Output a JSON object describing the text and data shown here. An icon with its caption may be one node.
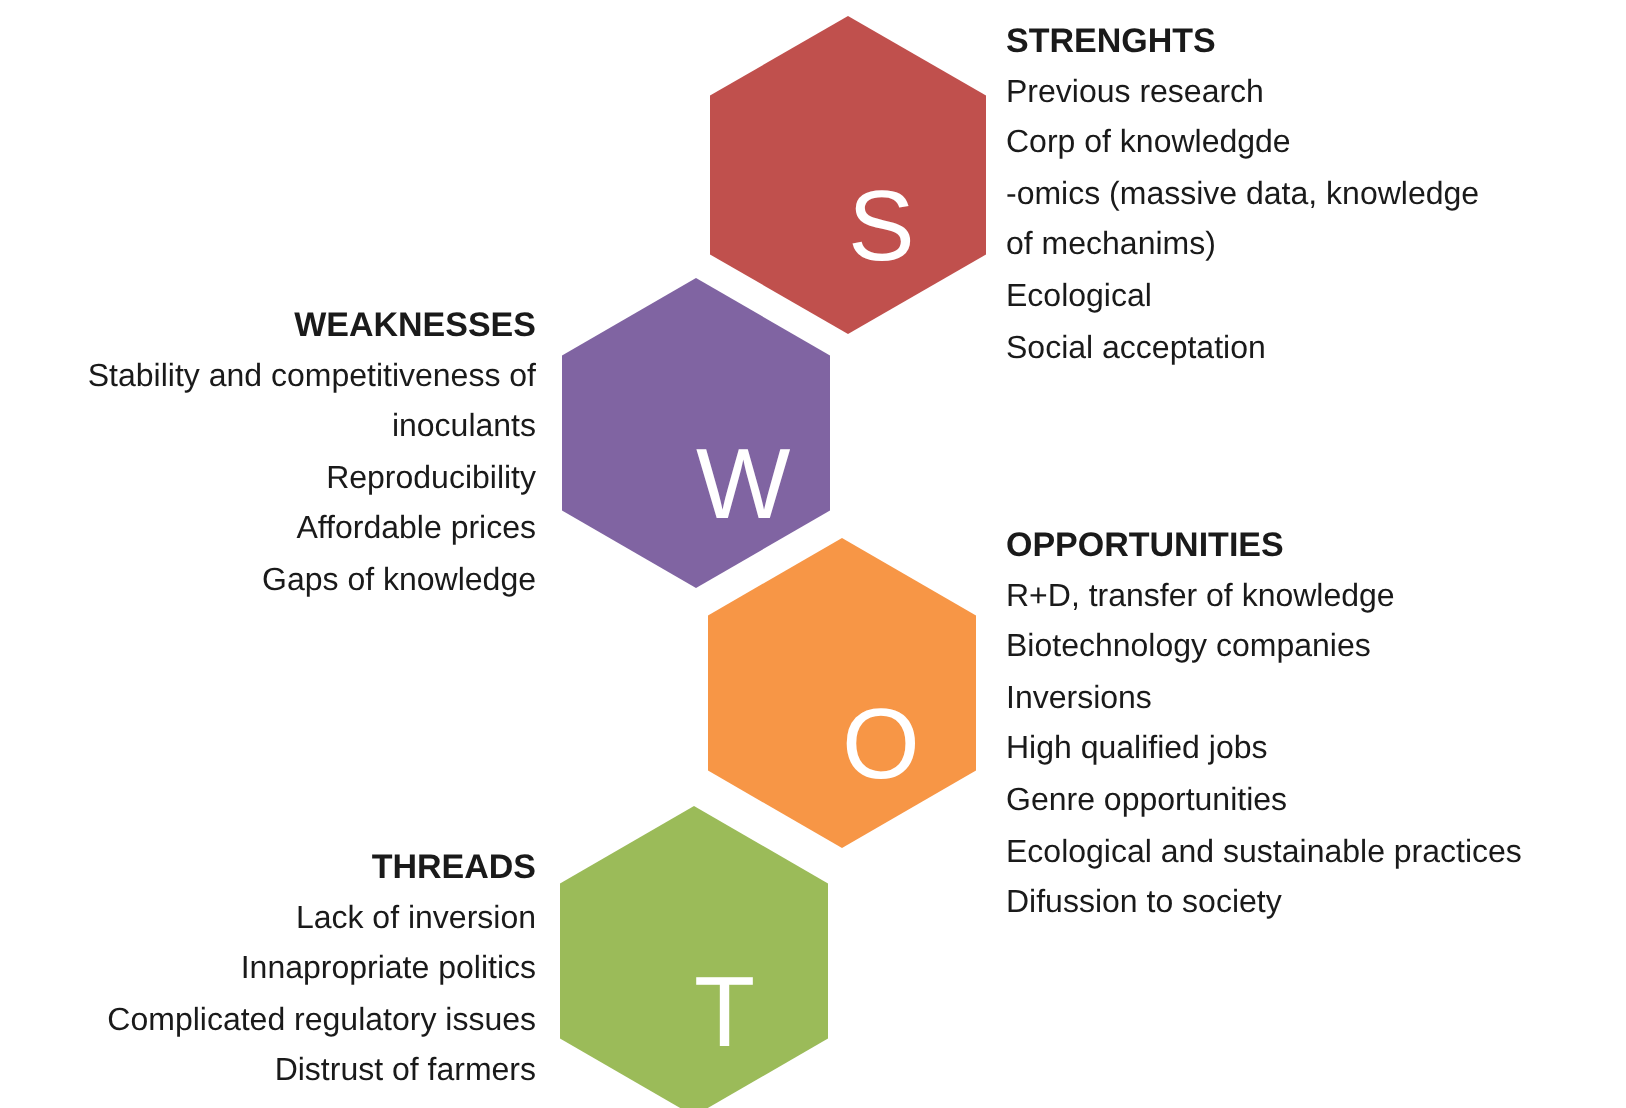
{
  "diagram": {
    "nodes": [
      {
        "text": [
          "S",
          "STRENGHTS",
          "Previous research",
          "Corp of knowledgde",
          "-omics (massive data, knowledge of mechanims)",
          "Ecological",
          "Social acceptation"
        ]
      },
      {
        "text": [
          "W",
          "WEAKNESSES",
          "Stability and competitiveness of inoculants",
          "Reproducibility",
          "Affordable prices",
          "Gaps of knowledge"
        ]
      },
      {
        "text": [
          "O",
          "OPPORTUNITIES",
          "R+D, transfer of knowledge",
          "Biotechnology companies",
          "Inversions",
          "High qualified jobs",
          "Genre opportunities",
          "Ecological and sustainable practices",
          "Difussion to society"
        ]
      },
      {
        "text": [
          "T",
          "THREADS",
          "Lack of inversion",
          "Innapropriate politics",
          "Complicated regulatory issues",
          "Distrust of farmers"
        ]
      }
    ]
  }
}
